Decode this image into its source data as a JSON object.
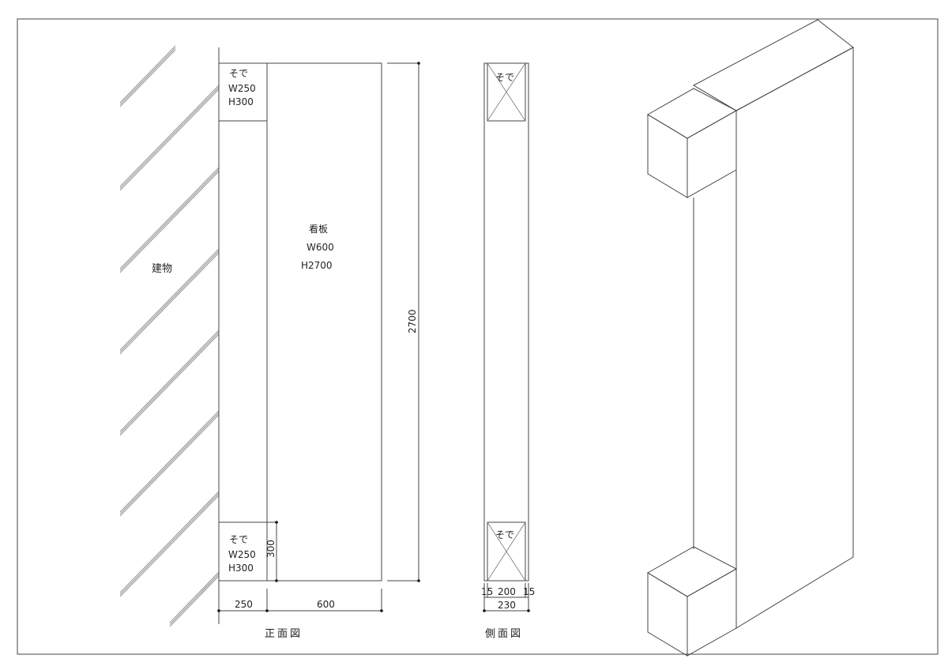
{
  "front_view": {
    "title": "正面図",
    "building_label": "建物",
    "sign": {
      "name": "看板",
      "width": "W600",
      "height": "H2700"
    },
    "sode_top": {
      "name": "そで",
      "width": "W250",
      "height": "H300"
    },
    "sode_bottom": {
      "name": "そで",
      "width": "W250",
      "height": "H300"
    },
    "dims": {
      "height_total": "2700",
      "sode_height": "300",
      "sode_width": "250",
      "sign_width": "600"
    }
  },
  "side_view": {
    "title": "側面図",
    "sode_top_label": "そで",
    "sode_bottom_label": "そで",
    "dims": {
      "left": "15",
      "middle": "200",
      "right": "15",
      "total": "230"
    }
  }
}
